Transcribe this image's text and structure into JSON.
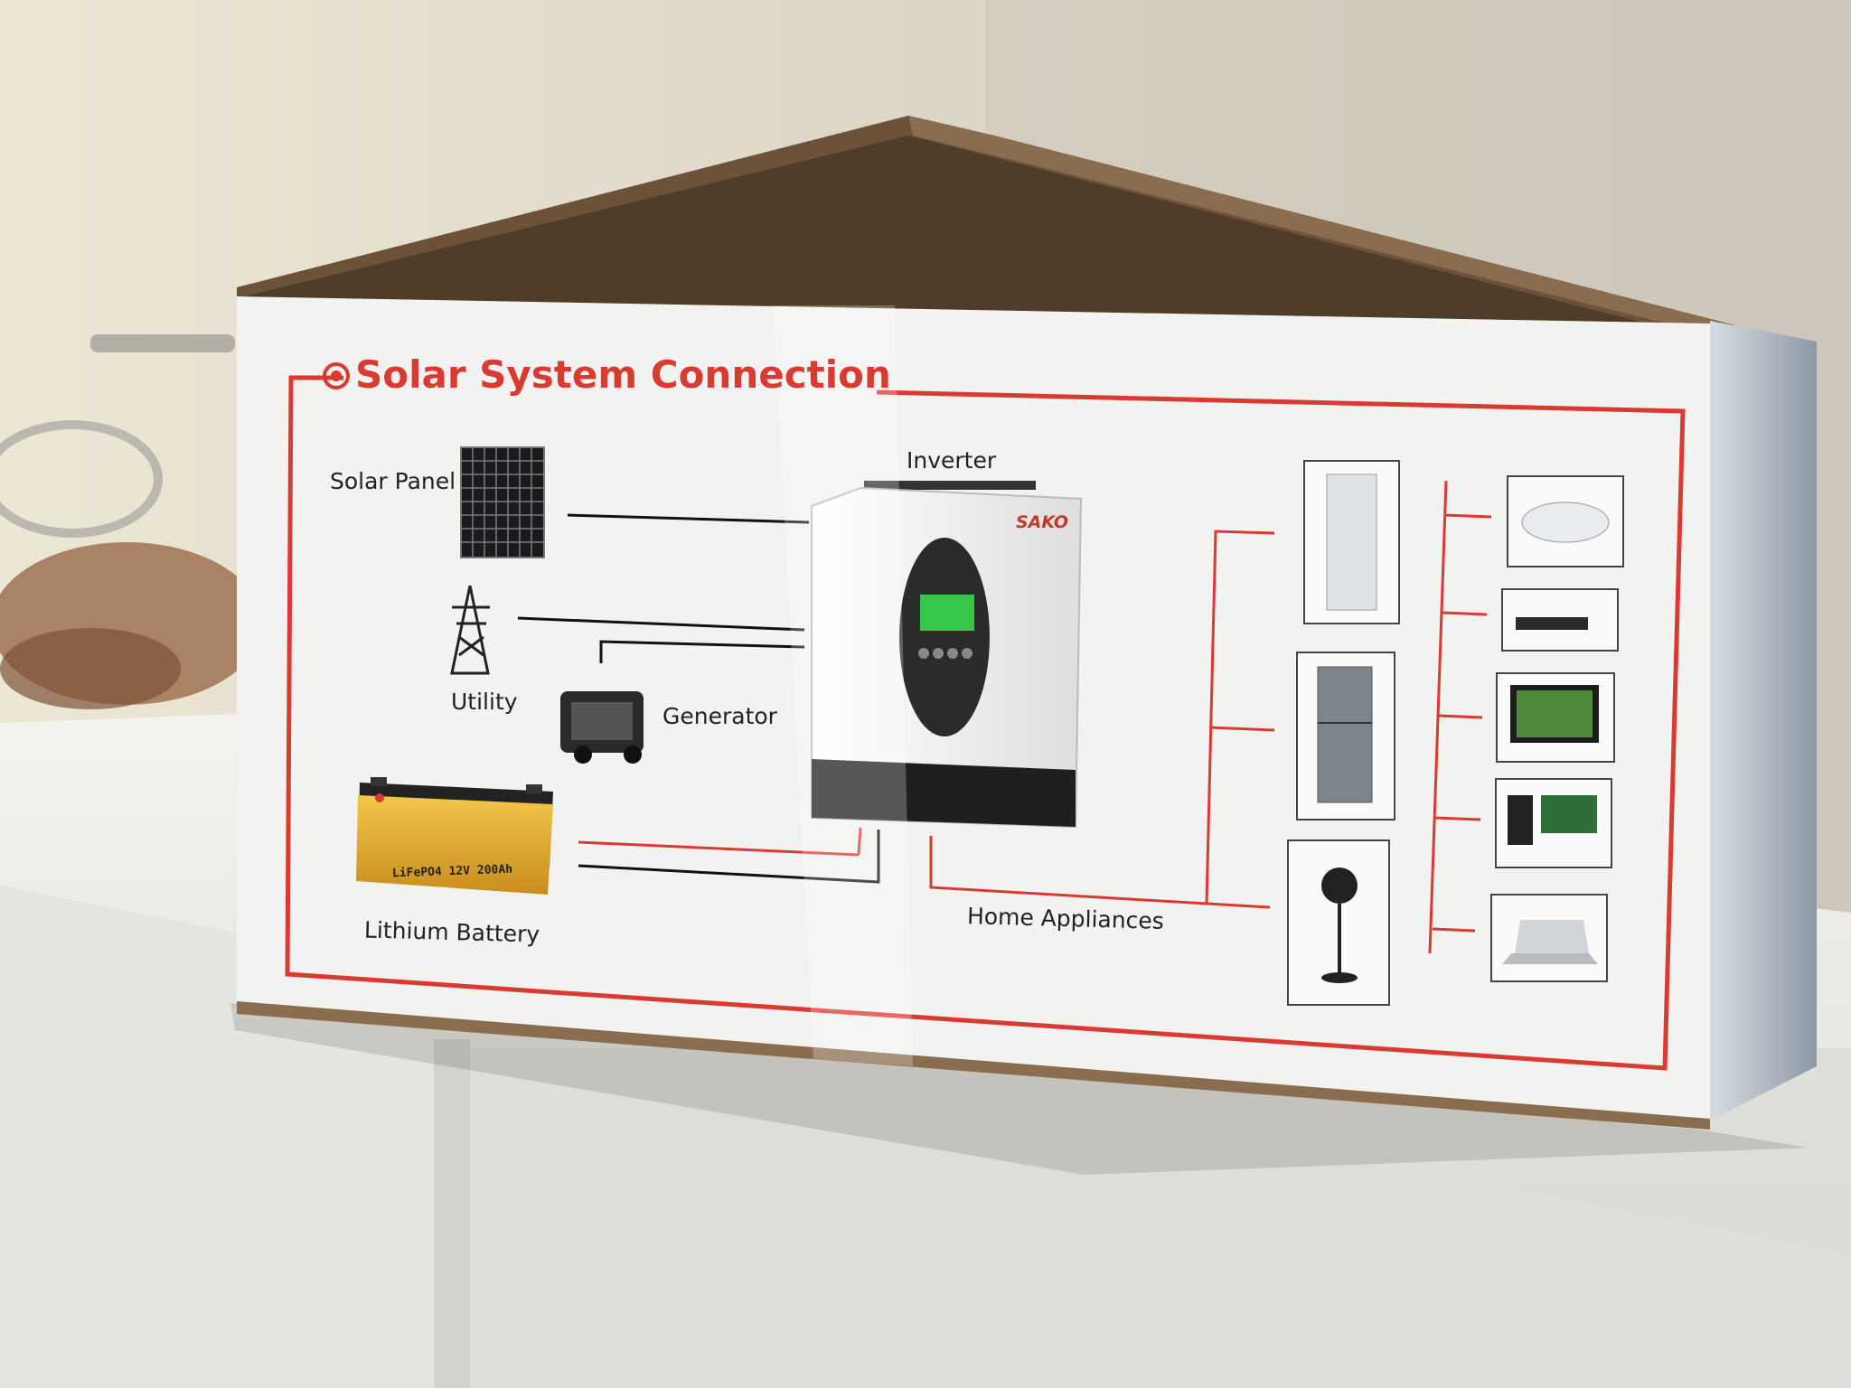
{
  "diagram": {
    "title": "Solar System Connection",
    "brand": "SAKO",
    "labels": {
      "solar_panel": "Solar Panel",
      "inverter": "Inverter",
      "utility": "Utility",
      "generator": "Generator",
      "battery": "Lithium Battery",
      "battery_spec": "LiFePO4 12V 200Ah",
      "home_appliances": "Home Appliances"
    }
  },
  "colors": {
    "accent_red": "#d93a32",
    "box_face": "#f2f2f0",
    "cardboard": "#6b5238",
    "wall": "#e4ddcc",
    "shelf": "#f0efeb",
    "battery_yellow": "#e7b233",
    "lcd_green": "#38c64a"
  }
}
